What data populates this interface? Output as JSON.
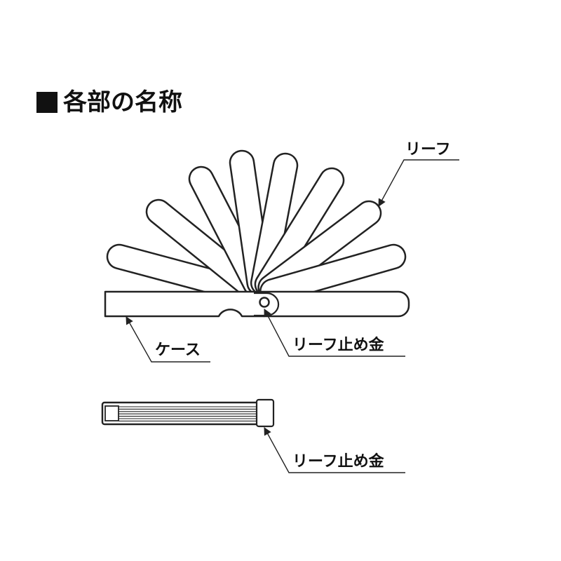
{
  "title": "各部の名称",
  "labels": {
    "leaf": "リーフ",
    "case": "ケース",
    "leaf_stopper_top": "リーフ止め金",
    "leaf_stopper_bottom": "リーフ止め金"
  },
  "colors": {
    "line": "#222222",
    "fill": "#ffffff",
    "title_bullet": "#111111"
  }
}
